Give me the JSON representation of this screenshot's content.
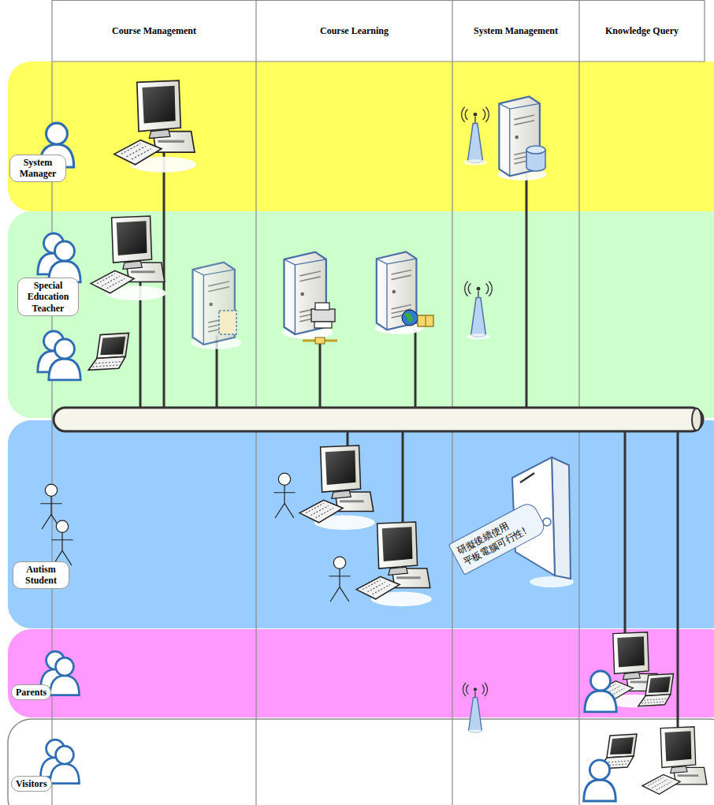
{
  "diagram": {
    "nodes": [
      {
        "text": [
          "System Manager"
        ]
      },
      {
        "text": [
          "Special Education Teacher"
        ]
      },
      {
        "text": [
          "Autism Student"
        ]
      },
      {
        "text": [
          "研擬後續使用 平板電腦可行性!"
        ]
      },
      {
        "text": [
          "Parents"
        ]
      },
      {
        "text": [
          "Visitors"
        ]
      }
    ],
    "labels": [
      "Course Management",
      "Course Learning",
      "System Management",
      "Knowledge Query"
    ]
  }
}
